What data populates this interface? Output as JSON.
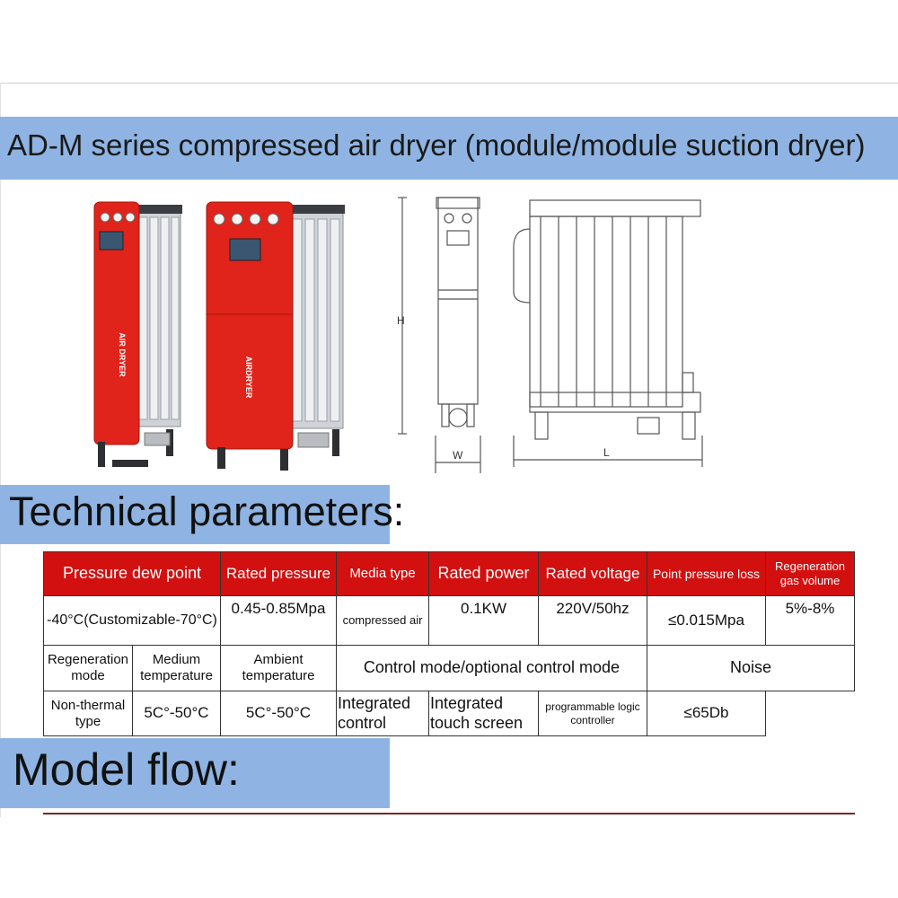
{
  "header": {
    "title": "AD-M series compressed air dryer (module/module suction dryer)"
  },
  "sections": {
    "technical": "Technical parameters:",
    "model_flow": "Model flow:"
  },
  "images": {
    "product_front_label": "AIR DRYER",
    "product_side_label": "AIRDRYER",
    "dimension_h": "H",
    "dimension_w": "W",
    "dimension_l": "L"
  },
  "table": {
    "headers": [
      "Pressure dew point",
      "Rated pressure",
      "Media type",
      "Rated power",
      "Rated voltage",
      "Point pressure loss",
      "Regeneration gas volume"
    ],
    "row1": [
      "-40°C(Customizable-70°C)",
      "0.45-0.85Mpa",
      "compressed air",
      "0.1KW",
      "220V/50hz",
      "≤0.015Mpa",
      "5%-8%"
    ],
    "row2": [
      "Regeneration mode",
      "Medium temperature",
      "Ambient temperature",
      "Control mode/optional control mode",
      "Noise"
    ],
    "row3": [
      "Non-thermal type",
      "5C°-50°C",
      "5C°-50°C",
      "Integrated control",
      "Integrated touch screen",
      "programmable logic controller",
      "≤65Db"
    ]
  },
  "colors": {
    "band": "#8fb4e3",
    "table_header": "#d21010",
    "dryer_red": "#e0241b"
  }
}
